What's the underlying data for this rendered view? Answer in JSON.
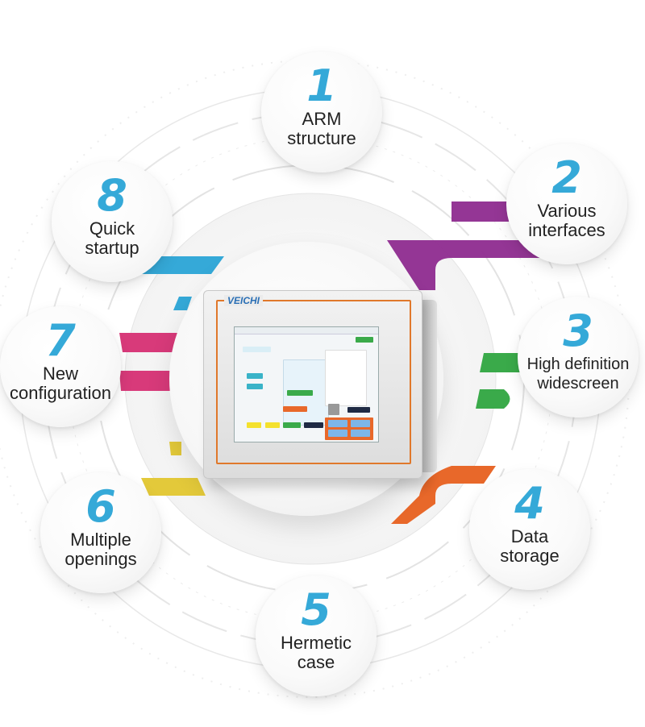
{
  "features": [
    {
      "number": "1",
      "label": "ARM\nstructure"
    },
    {
      "number": "2",
      "label": "Various\ninterfaces"
    },
    {
      "number": "3",
      "label": "High definition\nwidescreen"
    },
    {
      "number": "4",
      "label": "Data\nstorage"
    },
    {
      "number": "5",
      "label": "Hermetic\ncase"
    },
    {
      "number": "6",
      "label": "Multiple\nopenings"
    },
    {
      "number": "7",
      "label": "New\nconfiguration"
    },
    {
      "number": "8",
      "label": "Quick\nstartup"
    }
  ],
  "device": {
    "brand": "VEICHI"
  },
  "colors": {
    "number": "#35a9d8",
    "purple": "#8e2b8f",
    "green": "#3aaa4a",
    "orange": "#e8682a",
    "yellow": "#e3c93a",
    "pink": "#d83a7a",
    "blue": "#35a9d8",
    "bezel_accent": "#e0782b"
  }
}
